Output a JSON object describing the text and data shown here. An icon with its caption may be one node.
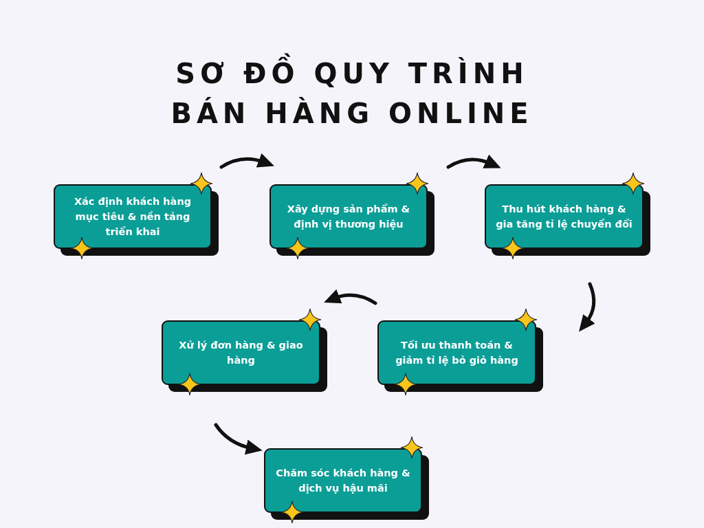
{
  "diagram": {
    "title": "SƠ ĐỒ QUY TRÌNH BÁN HÀNG ONLINE",
    "nodes": [
      {
        "text": [
          "Xác định khách hàng mục tiêu & nền tảng triển khai"
        ]
      },
      {
        "text": [
          "Xây dựng sản phẩm & định vị thương hiệu"
        ]
      },
      {
        "text": [
          "Thu hút khách hàng & gia tăng tỉ lệ chuyển đổi"
        ]
      },
      {
        "text": [
          "Tối ưu thanh toán & giảm tỉ lệ bỏ giỏ hàng"
        ]
      },
      {
        "text": [
          "Xử lý đơn hàng & giao hàng"
        ]
      },
      {
        "text": [
          "Chăm sóc khách hàng & dịch vụ hậu mãi"
        ]
      }
    ],
    "edges": [
      {
        "from": 0,
        "to": 1,
        "arrow": "to"
      },
      {
        "from": 1,
        "to": 2,
        "arrow": "to"
      },
      {
        "from": 2,
        "to": 3,
        "arrow": "to"
      },
      {
        "from": 3,
        "to": 4,
        "arrow": "to"
      },
      {
        "from": 4,
        "to": 5,
        "arrow": "to"
      }
    ]
  }
}
